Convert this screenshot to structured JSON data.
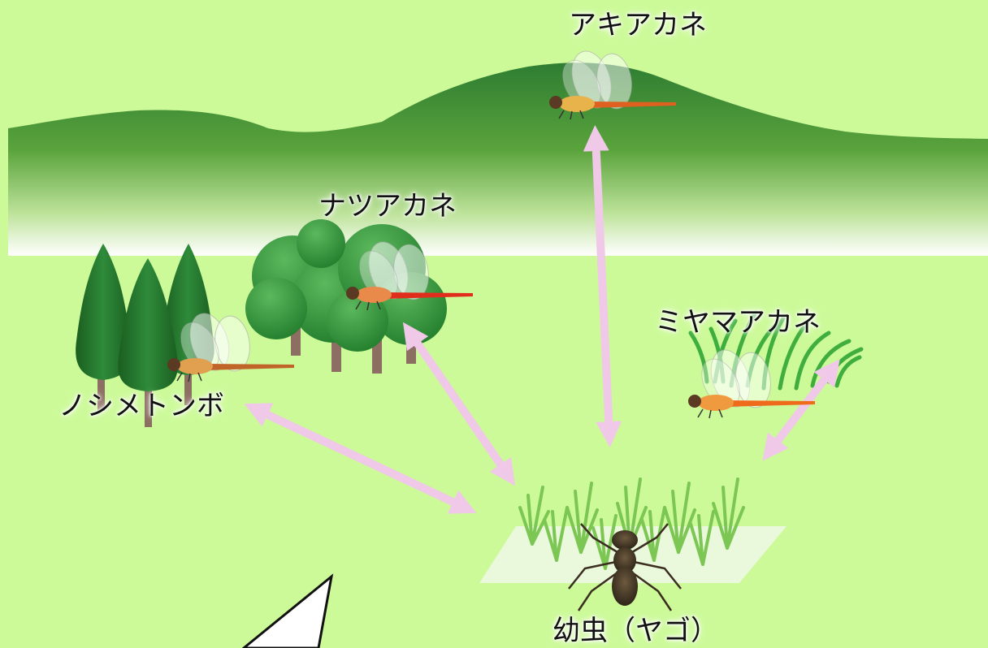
{
  "colors": {
    "background": "#ccfa98",
    "mountain_top": "#2e7d32",
    "tree_dark": "#1b5e20",
    "arrow": "#f0c8e8",
    "dragonfly_body": "#e65100",
    "paddy": "#e8f5e0"
  },
  "labels": {
    "akiakane": "アキアカネ",
    "natsuakane": "ナツアカネ",
    "miyamaakane": "ミヤマアカネ",
    "noshimetonbo": "ノシメトンボ",
    "larva": "幼虫（ヤゴ）"
  }
}
